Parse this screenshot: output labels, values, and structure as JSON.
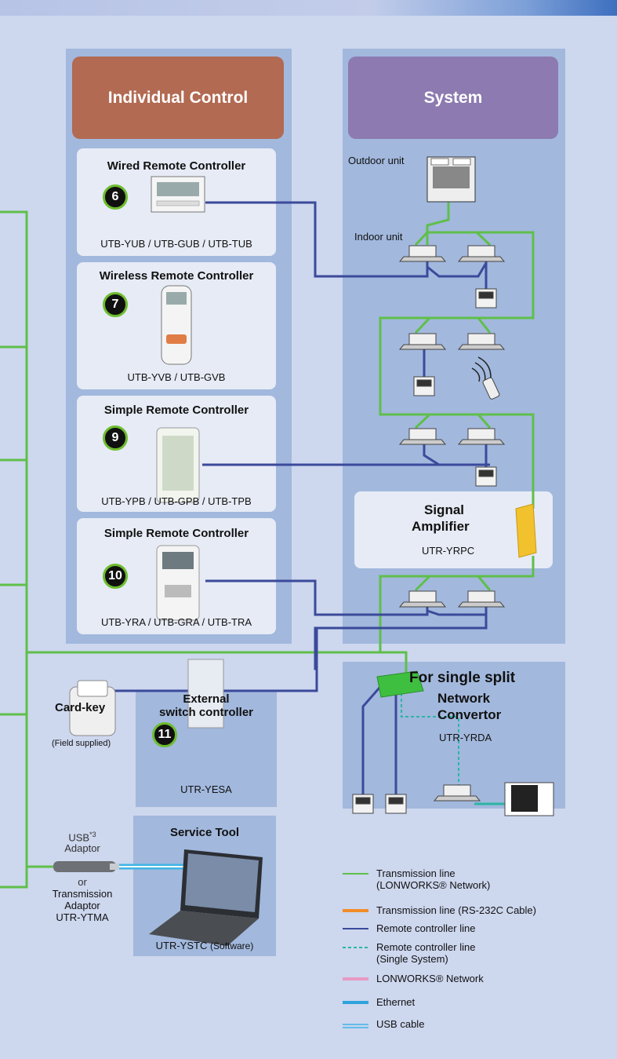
{
  "individual": {
    "header": "Individual Control",
    "controllers": [
      {
        "number": "6",
        "title": "Wired Remote Controller",
        "models": "UTB-YUB / UTB-GUB / UTB-TUB"
      },
      {
        "number": "7",
        "title": "Wireless Remote Controller",
        "models": "UTB-YVB / UTB-GVB"
      },
      {
        "number": "9",
        "title": "Simple Remote Controller",
        "models": "UTB-YPB / UTB-GPB / UTB-TPB"
      },
      {
        "number": "10",
        "title": "Simple Remote Controller",
        "models": "UTB-YRA / UTB-GRA / UTB-TRA"
      }
    ]
  },
  "system": {
    "header": "System",
    "outdoor_label": "Outdoor unit",
    "indoor_label": "Indoor unit",
    "amplifier": {
      "title_line1": "Signal",
      "title_line2": "Amplifier",
      "model": "UTR-YRPC"
    }
  },
  "single_split": {
    "header": "For single split",
    "title_line1": "Network",
    "title_line2": "Convertor",
    "model": "UTR-YRDA"
  },
  "cardkey": {
    "title": "Card-key",
    "note": "(Field supplied)"
  },
  "external_switch": {
    "number": "11",
    "title_line1": "External",
    "title_line2": "switch controller",
    "model": "UTR-YESA"
  },
  "usb": {
    "line1": "USB",
    "footnote": "*3",
    "line2": "Adaptor",
    "or": "or",
    "alt1": "Transmission",
    "alt2": "Adaptor",
    "alt3": "UTR-YTMA"
  },
  "service_tool": {
    "title": "Service Tool",
    "model": "UTR-YSTC",
    "model_suffix": "(Software)"
  },
  "legend": [
    {
      "label": "Transmission line",
      "label2": "(LONWORKS® Network)",
      "color": "#5fbf4a",
      "style": "solid"
    },
    {
      "label": "Transmission line (RS-232C Cable)",
      "color": "#f28c28",
      "style": "thick"
    },
    {
      "label": "Remote controller line",
      "color": "#3b4a9a",
      "style": "solid"
    },
    {
      "label": "Remote controller line",
      "label2": "(Single System)",
      "color": "#2bb5a5",
      "style": "dashed"
    },
    {
      "label": "LONWORKS® Network",
      "color": "#e79ac4",
      "style": "thick"
    },
    {
      "label": "Ethernet",
      "color": "#2ea3dc",
      "style": "thick"
    },
    {
      "label": "USB cable",
      "color": "#3fb4e6",
      "style": "double"
    }
  ],
  "colors": {
    "individual_header": "#b26a52",
    "system_header": "#8c7ab0",
    "transmission": "#5fbf4a",
    "remote_line": "#3b4a9a"
  }
}
